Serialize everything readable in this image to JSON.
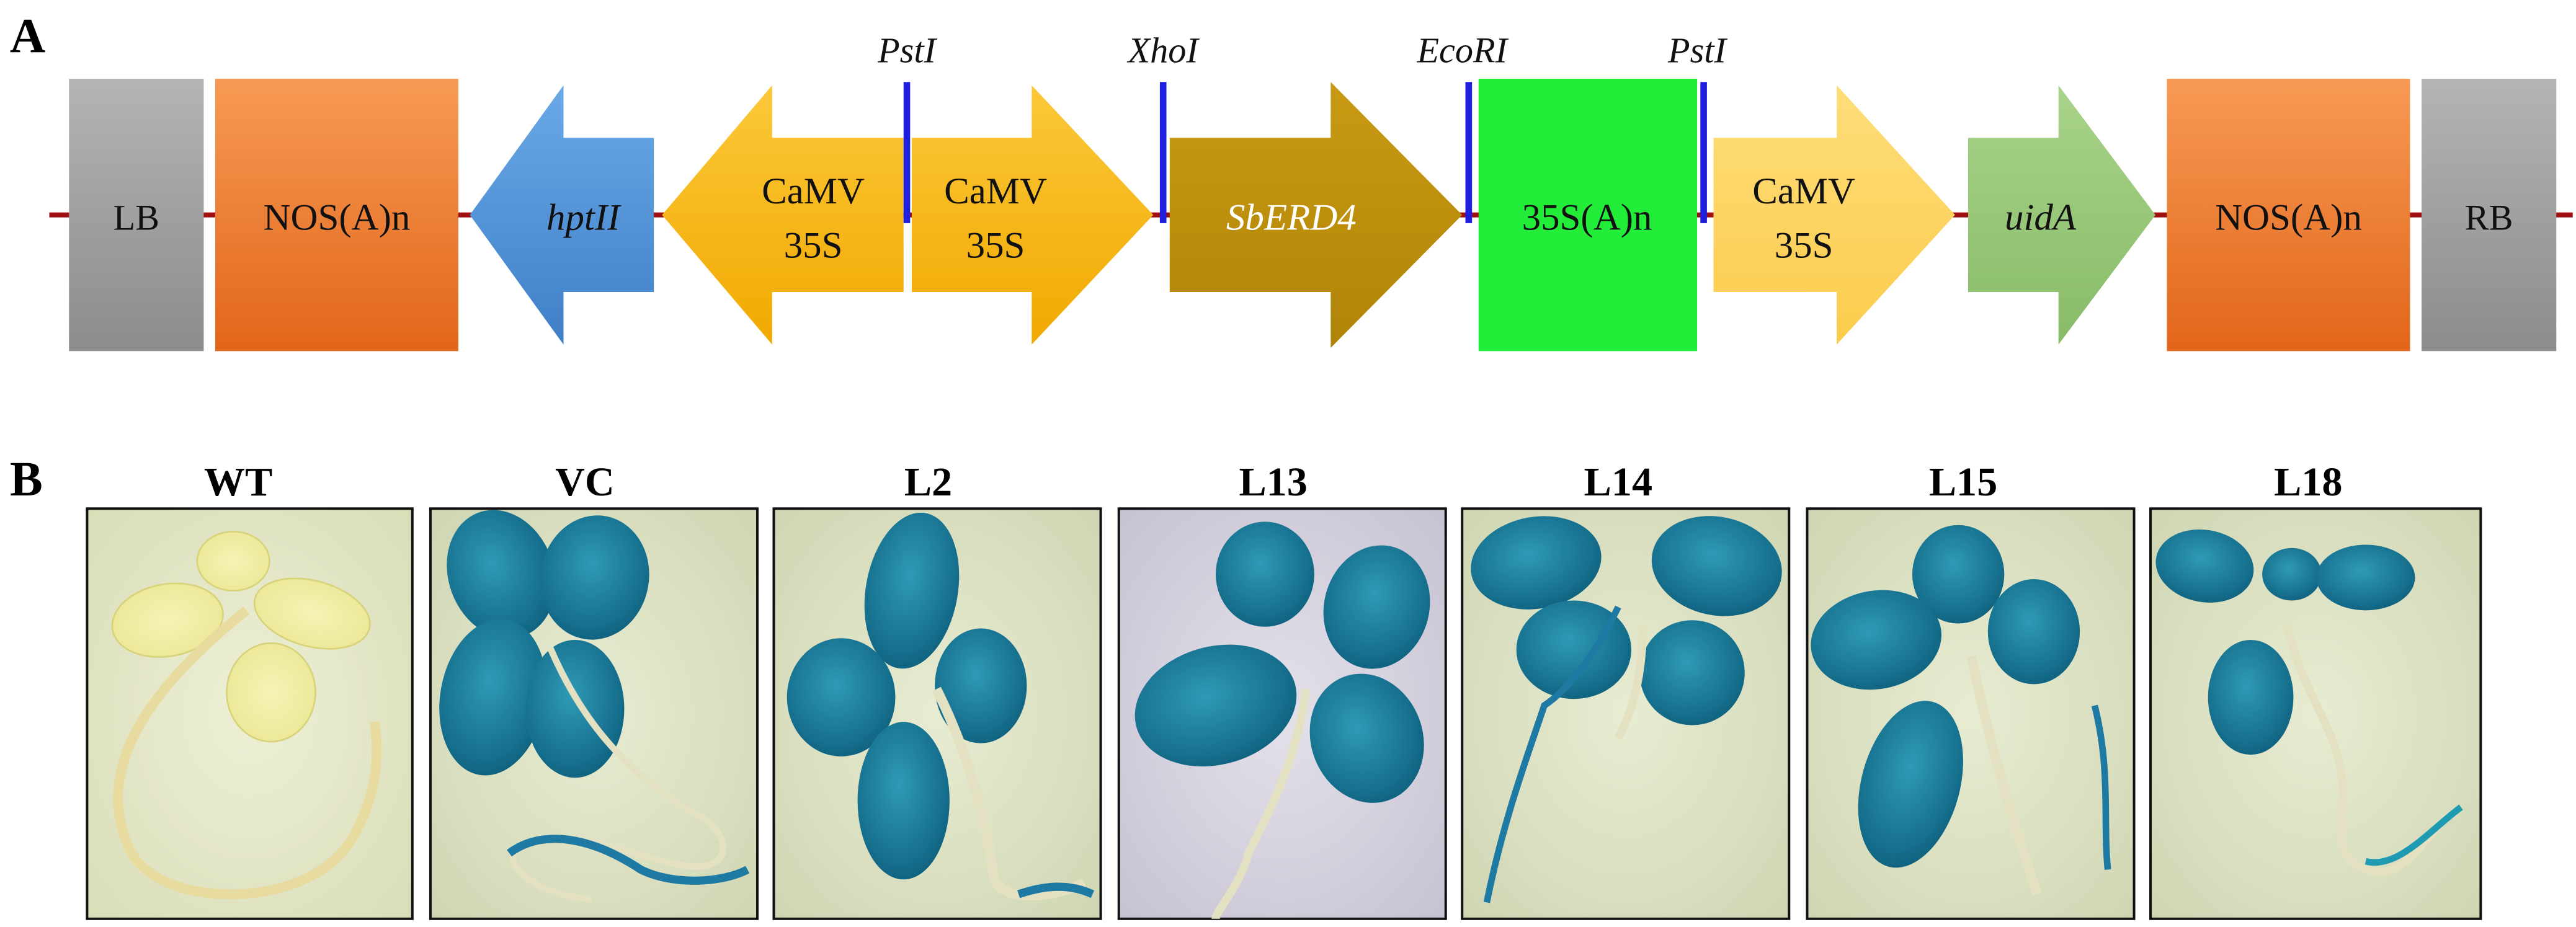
{
  "panels": {
    "a_label": "A",
    "b_label": "B"
  },
  "construct": {
    "restriction_sites": [
      {
        "label": "PstI"
      },
      {
        "label": "XhoI"
      },
      {
        "label": "EcoRI"
      },
      {
        "label": "PstI"
      }
    ],
    "elements": [
      {
        "label": "LB",
        "kind": "border",
        "color": "#9e9e9e"
      },
      {
        "label": "NOS(A)n",
        "kind": "terminator",
        "color": "#ee7a2e"
      },
      {
        "label": "hptII",
        "kind": "gene-left",
        "color": "#4f93d8"
      },
      {
        "label1": "CaMV",
        "label2": "35S",
        "kind": "promoter-left",
        "color": "#fbb912"
      },
      {
        "label1": "CaMV",
        "label2": "35S",
        "kind": "promoter-right",
        "color": "#fbb912"
      },
      {
        "label": "SbERD4",
        "kind": "gene-right",
        "color": "#c0900a"
      },
      {
        "label": "35S(A)n",
        "kind": "terminator",
        "color": "#22ee3a"
      },
      {
        "label1": "CaMV",
        "label2": "35S",
        "kind": "promoter-right",
        "color": "#fdd566"
      },
      {
        "label": "uidA",
        "kind": "gene-right",
        "color": "#9bc97c"
      },
      {
        "label": "NOS(A)n",
        "kind": "terminator",
        "color": "#ee7a2e"
      },
      {
        "label": "RB",
        "kind": "border",
        "color": "#9e9e9e"
      }
    ],
    "backbone_color": "#a01010",
    "site_color": "#1f1fe0"
  },
  "gus_panels": [
    {
      "label": "WT",
      "stain": "none"
    },
    {
      "label": "VC",
      "stain": "blue"
    },
    {
      "label": "L2",
      "stain": "blue"
    },
    {
      "label": "L13",
      "stain": "blue"
    },
    {
      "label": "L14",
      "stain": "blue"
    },
    {
      "label": "L15",
      "stain": "blue"
    },
    {
      "label": "L18",
      "stain": "blue"
    }
  ]
}
